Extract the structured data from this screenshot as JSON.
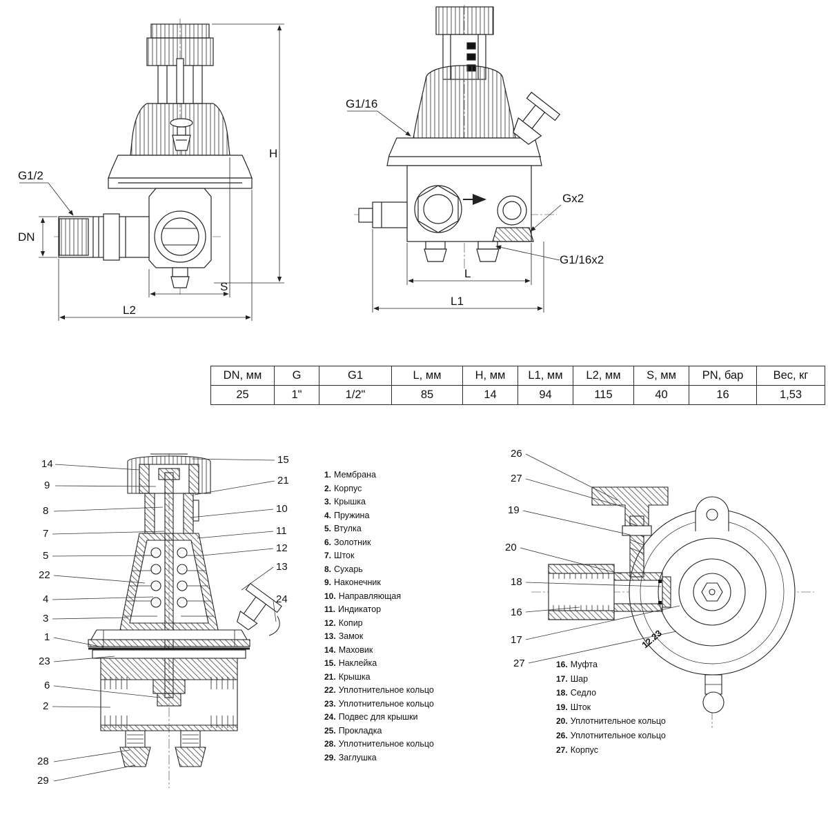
{
  "drawing_top_left": {
    "label_g12": "G1/2",
    "label_dn": "DN",
    "label_h": "H",
    "label_s": "S",
    "label_l2": "L2"
  },
  "drawing_top_right": {
    "label_g116": "G1/16",
    "label_gx2": "Gx2",
    "label_g116x2": "G1/16x2",
    "label_l": "L",
    "label_l1": "L1"
  },
  "spec_table": {
    "headers": [
      "DN, мм",
      "G",
      "G1",
      "L, мм",
      "H, мм",
      "L1, мм",
      "L2, мм",
      "S, мм",
      "PN, бар",
      "Вес, кг"
    ],
    "values": [
      "25",
      "1\"",
      "1/2\"",
      "85",
      "14",
      "94",
      "115",
      "40",
      "16",
      "1,53"
    ]
  },
  "section_left": {
    "callouts_left": [
      "14",
      "9",
      "8",
      "7",
      "5",
      "22",
      "4",
      "3",
      "1",
      "23",
      "6",
      "2",
      "28",
      "29"
    ],
    "callouts_right": [
      "15",
      "21",
      "10",
      "11",
      "12",
      "13",
      "24"
    ]
  },
  "legend_left": [
    {
      "n": "1.",
      "t": "Мембрана"
    },
    {
      "n": "2.",
      "t": "Корпус"
    },
    {
      "n": "3.",
      "t": "Крышка"
    },
    {
      "n": "4.",
      "t": "Пружина"
    },
    {
      "n": "5.",
      "t": "Втулка"
    },
    {
      "n": "6.",
      "t": "Золотник"
    },
    {
      "n": "7.",
      "t": "Шток"
    },
    {
      "n": "8.",
      "t": "Сухарь"
    },
    {
      "n": "9.",
      "t": "Наконечник"
    },
    {
      "n": "10.",
      "t": "Направляющая"
    },
    {
      "n": "11.",
      "t": "Индикатор"
    },
    {
      "n": "12.",
      "t": "Копир"
    },
    {
      "n": "13.",
      "t": "Замок"
    },
    {
      "n": "14.",
      "t": "Маховик"
    },
    {
      "n": "15.",
      "t": "Наклейка"
    },
    {
      "n": "21.",
      "t": "Крышка"
    },
    {
      "n": "22.",
      "t": "Уплотнительное кольцо"
    },
    {
      "n": "23.",
      "t": "Уплотнительное кольцо"
    },
    {
      "n": "24.",
      "t": "Подвес для крышки"
    },
    {
      "n": "25.",
      "t": "Прокладка"
    },
    {
      "n": "28.",
      "t": "Уплотнительное кольцо"
    },
    {
      "n": "29.",
      "t": "Заглушка"
    }
  ],
  "section_right": {
    "callouts": [
      "26",
      "27",
      "19",
      "20",
      "18",
      "16",
      "17",
      "27"
    ],
    "casting_mark": "12.23"
  },
  "legend_right": [
    {
      "n": "16.",
      "t": "Муфта"
    },
    {
      "n": "17.",
      "t": "Шар"
    },
    {
      "n": "18.",
      "t": "Седло"
    },
    {
      "n": "19.",
      "t": "Шток"
    },
    {
      "n": "20.",
      "t": "Уплотнительное кольцо"
    },
    {
      "n": "26.",
      "t": "Уплотнительное кольцо"
    },
    {
      "n": "27.",
      "t": "Корпус"
    }
  ]
}
